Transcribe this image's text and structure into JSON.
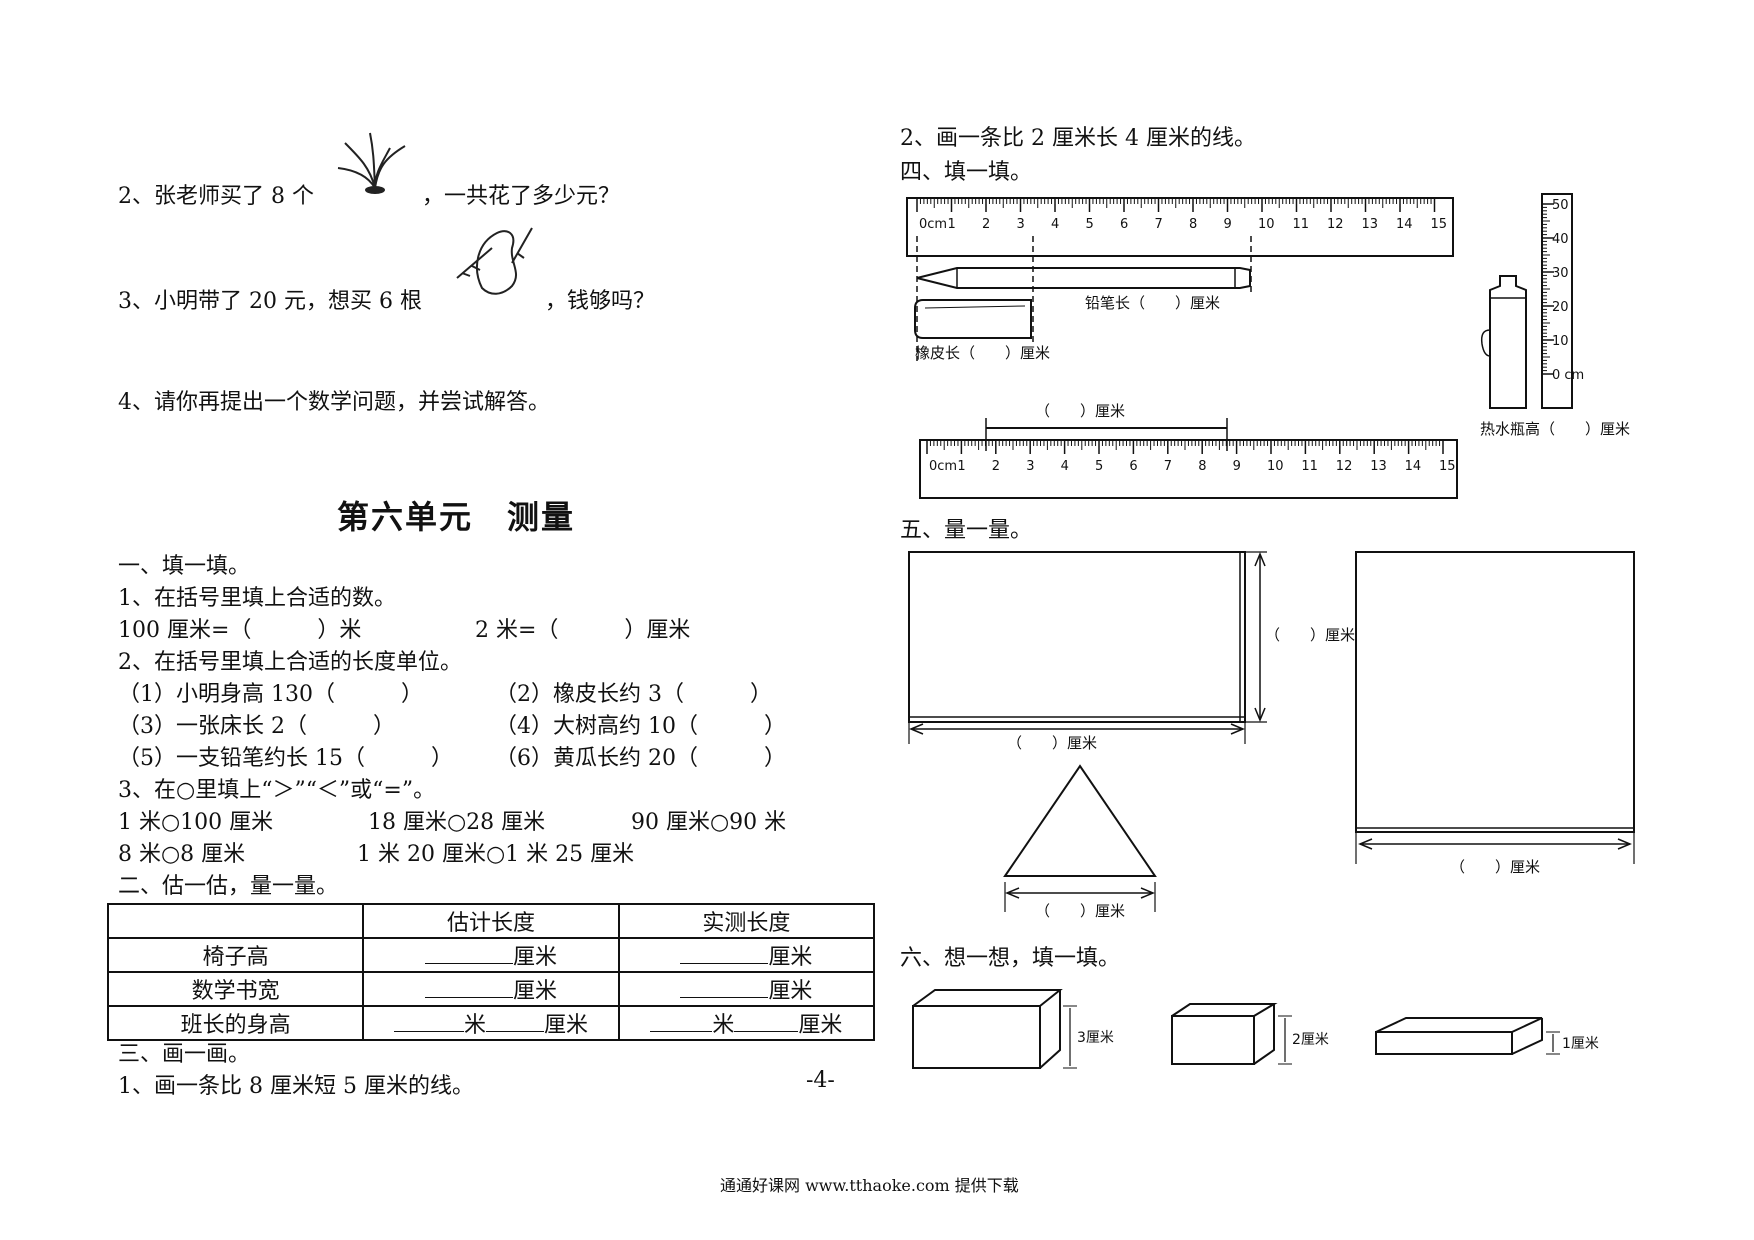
{
  "left": {
    "q2_pre": "2、张老师买了 8 个",
    "q2_post": "，一共花了多少元？",
    "q3_pre": "3、小明带了 20 元，想买 6 根",
    "q3_post": "，钱够吗？",
    "q4": "4、请你再提出一个数学问题，并尝试解答。",
    "unit_title": "第六单元　测量",
    "sec1": "一、填一填。",
    "s1_q1": "1、在括号里填上合适的数。",
    "s1_q1_a": "100 厘米=（　　　）米",
    "s1_q1_b": "2 米=（　　　）厘米",
    "s1_q2": "2、在括号里填上合适的长度单位。",
    "units": [
      "（1）小明身高 130（　　　）",
      "（2）橡皮长约 3（　　　）",
      "（3）一张床长 2（　　　）",
      "（4）大树高约 10（　　　）",
      "（5）一支铅笔约长 15（　　　）",
      "（6）黄瓜长约 20（　　　）"
    ],
    "s1_q3": "3、在○里填上“＞”“＜”或“=”。",
    "cmp_row1": [
      "1 米○100 厘米",
      "18 厘米○28 厘米",
      "90 厘米○90 米"
    ],
    "cmp_row2": [
      "8 米○8 厘米",
      "1 米 20 厘米○1 米 25 厘米"
    ],
    "sec2": "二、估一估，量一量。",
    "table_headers": [
      "",
      "估计长度",
      "实测长度"
    ],
    "table_rows": [
      "椅子高",
      "数学书宽",
      "班长的身高"
    ],
    "unit_cm": "厘米",
    "unit_m": "米",
    "sec3": "三、画一画。",
    "s3_q1": "1、画一条比 8 厘米短 5 厘米的线。",
    "page_num": "-4-"
  },
  "right": {
    "s3_q2": "2、画一条比 2 厘米长 4 厘米的线。",
    "sec4": "四、填一填。",
    "ruler1_ticks": [
      "0cm",
      "1",
      "2",
      "3",
      "4",
      "5",
      "6",
      "7",
      "8",
      "9",
      "10",
      "11",
      "12",
      "13",
      "14",
      "15"
    ],
    "pencil_label": "铅笔长（　　）厘米",
    "eraser_label": "橡皮长（　　）厘米",
    "bottle_ticks": [
      "50",
      "40",
      "30",
      "20",
      "10",
      "0 cm"
    ],
    "bottle_label": "热水瓶高（　　）厘米",
    "line_label": "（　　）厘米",
    "ruler2_ticks": [
      "0cm",
      "1",
      "2",
      "3",
      "4",
      "5",
      "6",
      "7",
      "8",
      "9",
      "10",
      "11",
      "12",
      "13",
      "14",
      "15"
    ],
    "sec5": "五、量一量。",
    "rect_h_label": "（　　）厘米",
    "rect_w_label": "（　　）厘米",
    "tri_label": "（　　）厘米",
    "sq_label": "（　　）厘米",
    "sec6": "六、想一想，填一填。",
    "box1": "3厘米",
    "box2": "2厘米",
    "box3": "1厘米"
  },
  "footer": "通通好课网  www.tthaoke.com  提供下载"
}
